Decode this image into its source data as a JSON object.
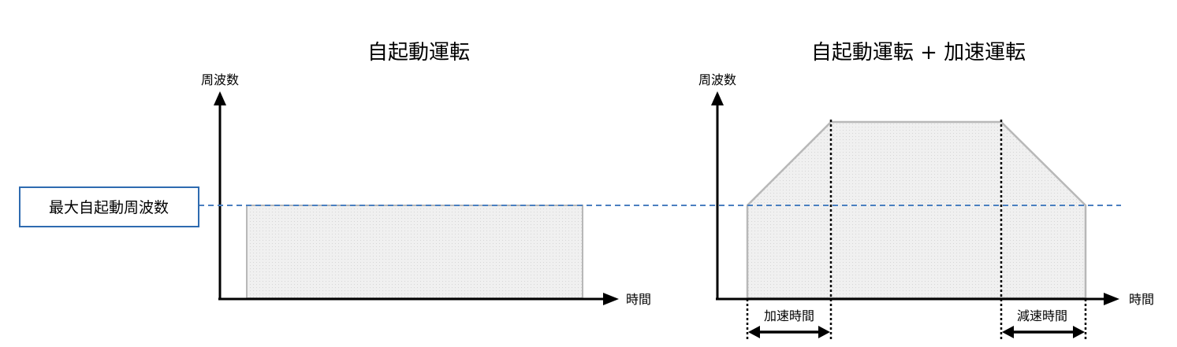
{
  "left_panel": {
    "title": "自起動運転",
    "y_axis_label": "周波数",
    "x_axis_label": "時間"
  },
  "right_panel": {
    "title": "自起動運転 + 加速運転",
    "y_axis_label": "周波数",
    "x_axis_label": "時間",
    "accel_label": "加速時間",
    "decel_label": "減速時間"
  },
  "reference_line": {
    "label": "最大自起動周波数",
    "color": "#4a7fc0"
  },
  "colors": {
    "fill": "#eeeeee",
    "outline": "#b8b8b8",
    "axis": "#000000",
    "box_border": "#2e6bb0"
  }
}
